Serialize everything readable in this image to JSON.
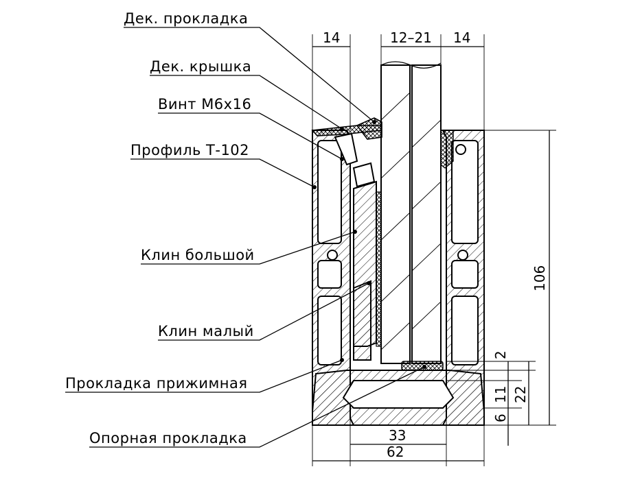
{
  "labels": {
    "dek_prokladka": "Дек. прокладка",
    "dek_kryshka": "Дек. крышка",
    "vint": "Винт М6х16",
    "profil": "Профиль Т-102",
    "klin_bolshoi": "Клин большой",
    "klin_malyi": "Клин малый",
    "prokladka_prizhimnaya": "Прокладка прижимная",
    "opornaya_prokladka": "Опорная прокладка"
  },
  "dimensions": {
    "top_left": "14",
    "top_mid": "12–21",
    "top_right": "14",
    "height_total": "106",
    "d2": "2",
    "d11": "11",
    "d22": "22",
    "d6": "6",
    "bottom_33": "33",
    "bottom_62": "62"
  }
}
